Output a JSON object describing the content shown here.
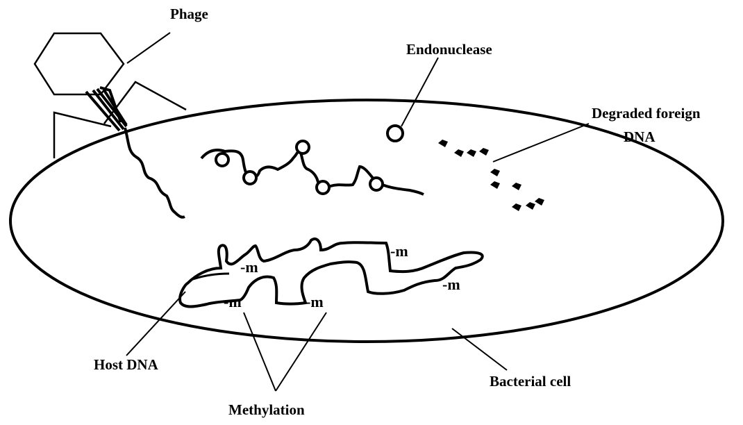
{
  "labels": {
    "phage": "Phage",
    "endonuclease": "Endonuclease",
    "degraded_line1": "Degraded foreign",
    "degraded_line2": "DNA",
    "host_dna": "Host DNA",
    "bacterial_cell": "Bacterial cell",
    "methylation": "Methylation",
    "methyl_mark": "-m"
  },
  "colors": {
    "stroke": "#000000",
    "background": "#ffffff"
  }
}
